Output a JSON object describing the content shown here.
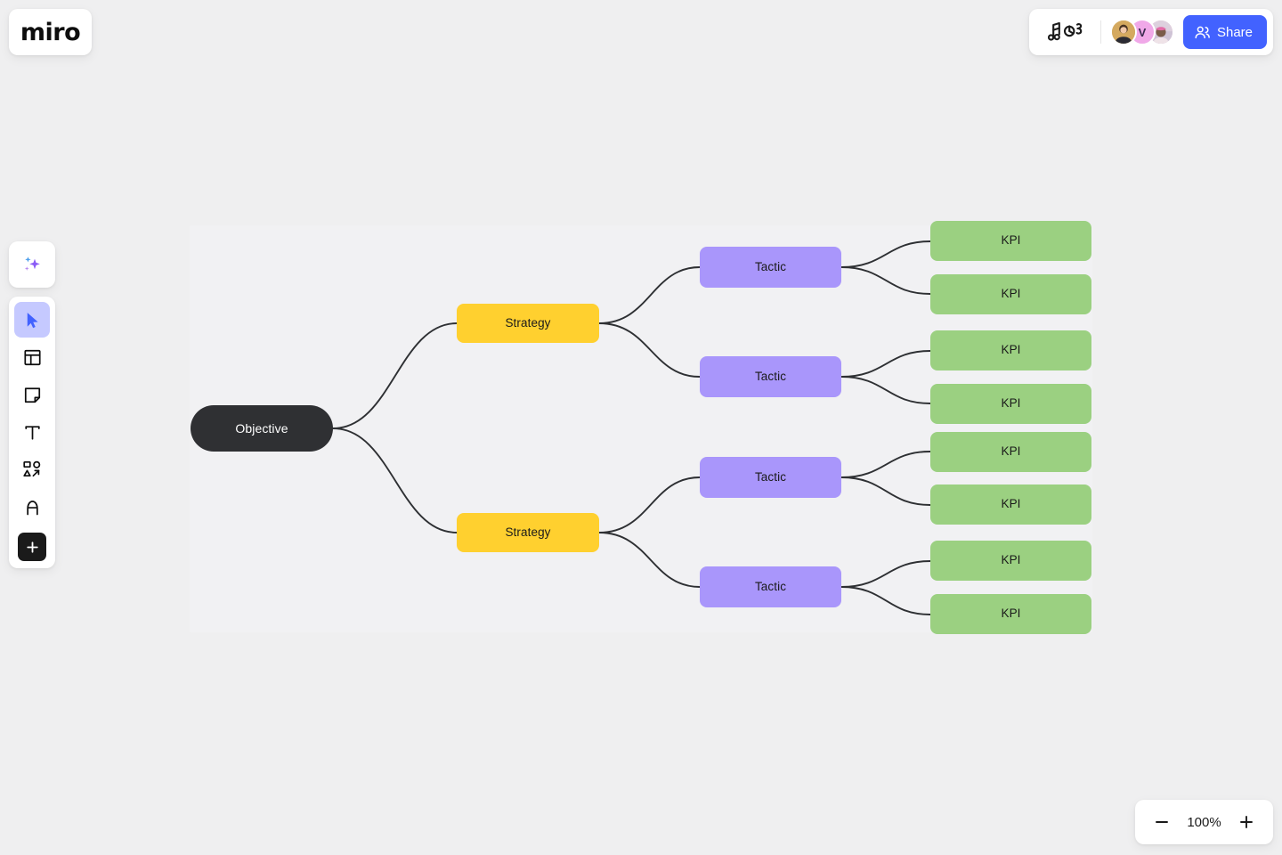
{
  "app": {
    "name": "miro",
    "logo_label": "miro"
  },
  "topbar": {
    "doodle_icon": "music-notes-doodle-icon",
    "collaborators": [
      {
        "name": "collaborator-1",
        "initial": "",
        "color": "#d9b96a"
      },
      {
        "name": "collaborator-2",
        "initial": "V",
        "color": "#f0a8e8"
      },
      {
        "name": "collaborator-3",
        "initial": "",
        "color": "#e7b9c8"
      }
    ],
    "share": {
      "label": "Share",
      "icon": "people-icon",
      "color": "#4262ff"
    }
  },
  "toolbar": {
    "ai": {
      "label": "AI",
      "icon": "sparkles-icon"
    },
    "tools": [
      {
        "id": "select",
        "label": "Select",
        "icon": "cursor-icon",
        "active": true
      },
      {
        "id": "templates",
        "label": "Templates",
        "icon": "template-icon",
        "active": false
      },
      {
        "id": "sticky",
        "label": "Sticky note",
        "icon": "sticky-note-icon",
        "active": false
      },
      {
        "id": "text",
        "label": "Text",
        "icon": "text-icon",
        "active": false
      },
      {
        "id": "shapes",
        "label": "Shapes and connectors",
        "icon": "shapes-icon",
        "active": false
      },
      {
        "id": "pen",
        "label": "Pen",
        "icon": "pen-icon",
        "active": false
      }
    ],
    "add": {
      "label": "More apps",
      "icon": "plus-icon"
    }
  },
  "zoom": {
    "level": "100%",
    "zoom_out_label": "−",
    "zoom_in_label": "+"
  },
  "mindmap": {
    "root": {
      "id": "objective",
      "label": "Objective",
      "color": "#2f3033"
    },
    "strategies": [
      {
        "id": "strategy-1",
        "label": "Strategy",
        "color": "#ffd02f"
      },
      {
        "id": "strategy-2",
        "label": "Strategy",
        "color": "#ffd02f"
      }
    ],
    "tactics": [
      {
        "id": "tactic-1",
        "label": "Tactic",
        "color": "#a996fb"
      },
      {
        "id": "tactic-2",
        "label": "Tactic",
        "color": "#a996fb"
      },
      {
        "id": "tactic-3",
        "label": "Tactic",
        "color": "#a996fb"
      },
      {
        "id": "tactic-4",
        "label": "Tactic",
        "color": "#a996fb"
      }
    ],
    "kpis": [
      {
        "id": "kpi-1",
        "label": "KPI",
        "color": "#9bd081"
      },
      {
        "id": "kpi-2",
        "label": "KPI",
        "color": "#9bd081"
      },
      {
        "id": "kpi-3",
        "label": "KPI",
        "color": "#9bd081"
      },
      {
        "id": "kpi-4",
        "label": "KPI",
        "color": "#9bd081"
      },
      {
        "id": "kpi-5",
        "label": "KPI",
        "color": "#9bd081"
      },
      {
        "id": "kpi-6",
        "label": "KPI",
        "color": "#9bd081"
      },
      {
        "id": "kpi-7",
        "label": "KPI",
        "color": "#9bd081"
      },
      {
        "id": "kpi-8",
        "label": "KPI",
        "color": "#9bd081"
      }
    ]
  }
}
